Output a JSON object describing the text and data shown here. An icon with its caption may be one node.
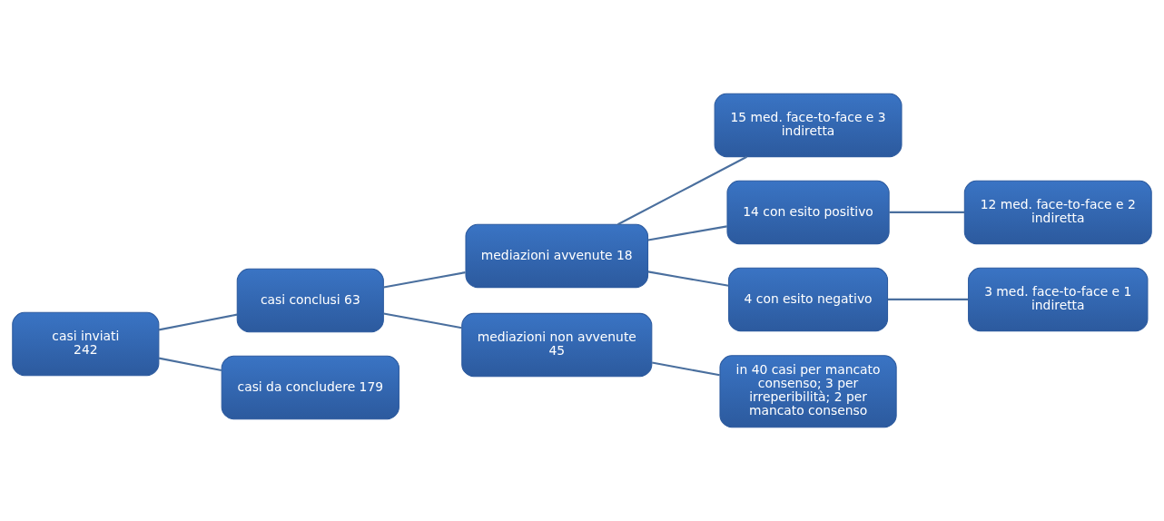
{
  "diagram": {
    "nodes": [
      {
        "text": [
          "casi inviati",
          "242"
        ]
      },
      {
        "text": [
          "casi conclusi 63"
        ]
      },
      {
        "text": [
          "casi da concludere 179"
        ]
      },
      {
        "text": [
          "15 med. face-to-face e 3 indiretta"
        ]
      },
      {
        "text": [
          "mediazioni avvenute 18"
        ]
      },
      {
        "text": [
          "mediazioni non avvenute 45"
        ]
      },
      {
        "text": [
          "in 40 casi per mancato consenso; 3 per irreperibilità; 2 per mancato consenso"
        ]
      },
      {
        "text": [
          "14 con esito positivo"
        ]
      },
      {
        "text": [
          "4 con esito negativo"
        ]
      },
      {
        "text": [
          "12 med. face-to-face e 2 indiretta"
        ]
      },
      {
        "text": [
          "3 med. face-to-face e 1 indiretta"
        ]
      }
    ],
    "edges": [
      {
        "from": 0,
        "to": 1,
        "arrow": "none"
      },
      {
        "from": 0,
        "to": 2,
        "arrow": "none"
      },
      {
        "from": 1,
        "to": 4,
        "arrow": "none"
      },
      {
        "from": 1,
        "to": 5,
        "arrow": "none"
      },
      {
        "from": 4,
        "to": 3,
        "arrow": "none"
      },
      {
        "from": 4,
        "to": 7,
        "arrow": "none"
      },
      {
        "from": 4,
        "to": 8,
        "arrow": "none"
      },
      {
        "from": 7,
        "to": 9,
        "arrow": "none"
      },
      {
        "from": 8,
        "to": 10,
        "arrow": "none"
      },
      {
        "from": 5,
        "to": 6,
        "arrow": "none"
      }
    ]
  }
}
